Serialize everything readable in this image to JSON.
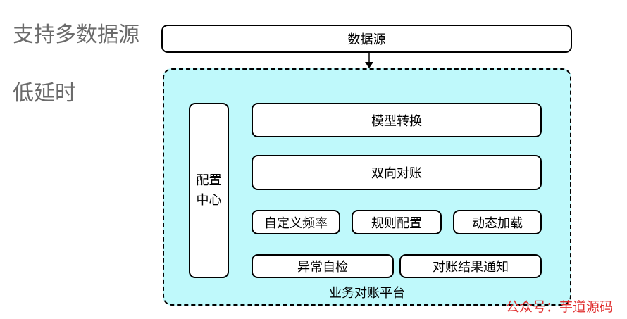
{
  "side_labels": {
    "multi_source": "支持多数据源",
    "low_latency": "低延时"
  },
  "data_source": "数据源",
  "platform": {
    "label": "业务对账平台",
    "config_center": [
      "配置",
      "中心"
    ],
    "model_conversion": "模型转换",
    "bidirectional_reconciliation": "双向对账",
    "custom_frequency": "自定义频率",
    "rule_configuration": "规则配置",
    "dynamic_loading": "动态加载",
    "anomaly_self_check": "异常自检",
    "reconciliation_result_notification": "对账结果通知"
  },
  "watermark": "公众号：芋道源码",
  "colors": {
    "platform_fill": "#bff9fb",
    "side_text": "#6b6b6b",
    "watermark": "#e03030"
  }
}
